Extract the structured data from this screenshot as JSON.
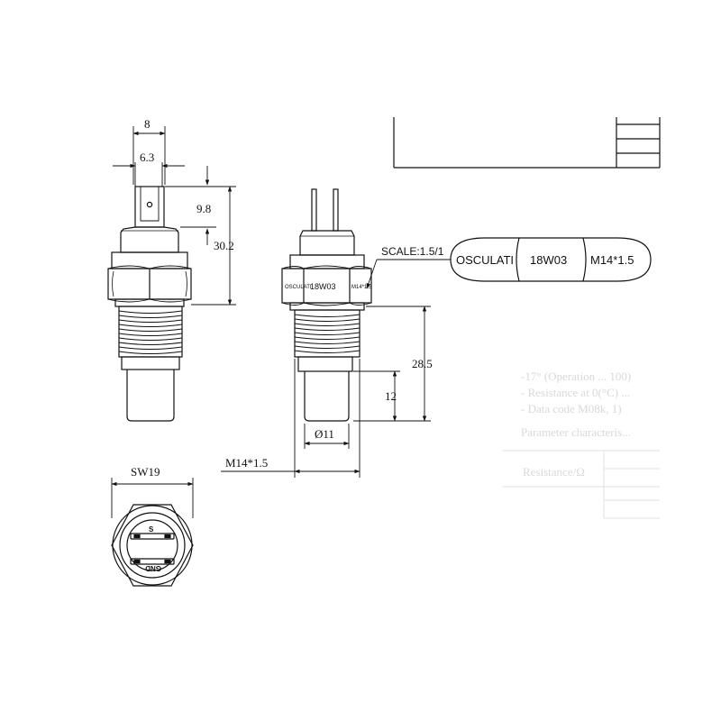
{
  "dimensions": {
    "width_8": "8",
    "width_6_3": "6.3",
    "height_9_8": "9.8",
    "height_30_2": "30.2",
    "length_28_5": "28.5",
    "length_12": "12",
    "diameter_11": "Ø11",
    "thread": "M14*1.5",
    "hex_size": "SW19"
  },
  "scale_label": "SCALE:1.5/1",
  "marking": {
    "brand": "OSCULATI",
    "part_no": "18W03",
    "thread": "M14*1.5"
  },
  "hex_face": {
    "brand": "OSCULATI",
    "part_no": "18W03",
    "thread": "M14*1.5"
  },
  "connector": {
    "top_letter": "S",
    "bottom_label": "GND"
  },
  "ghost_text": {
    "line1": "-17° (Operation ... 100)",
    "line2": "- Resistance at 0(°C) ...",
    "line3": "- Data code   M08k, 1)",
    "line4": "Parameter characteris...",
    "table_label": "Resistance/Ω"
  }
}
